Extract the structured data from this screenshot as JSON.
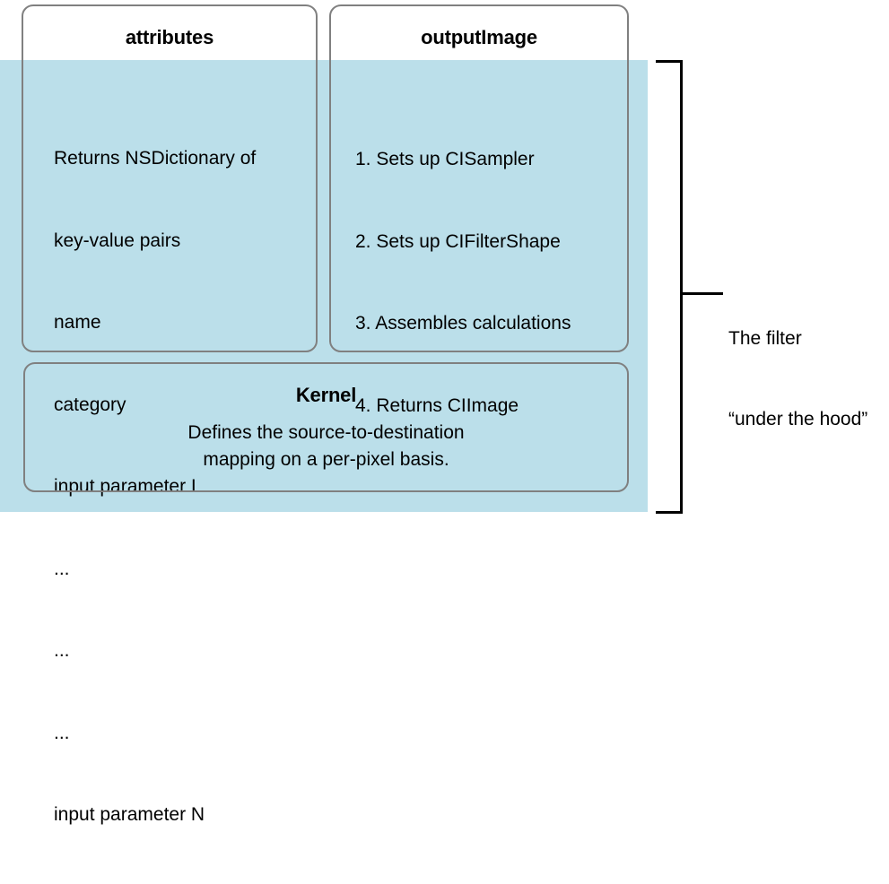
{
  "diagram": {
    "accent_color": "#bbdfea",
    "border_color": "#808080",
    "line_color": "#000000",
    "boxes": {
      "attributes": {
        "title": "attributes",
        "lines": [
          "Returns NSDictionary of",
          "key-value pairs",
          "name",
          "category",
          "input parameter I",
          "...",
          "...",
          "...",
          "input parameter N"
        ]
      },
      "output_image": {
        "title": "outputImage",
        "steps": [
          "1. Sets up CISampler",
          "2. Sets up CIFilterShape",
          "3. Assembles calculations",
          "4. Returns CIImage"
        ]
      },
      "kernel": {
        "title": "Kernel",
        "lines": [
          "Defines the source-to-destination",
          "mapping on a per-pixel basis."
        ]
      }
    },
    "annotation": {
      "lines": [
        "The filter",
        "“under the hood”"
      ]
    }
  }
}
